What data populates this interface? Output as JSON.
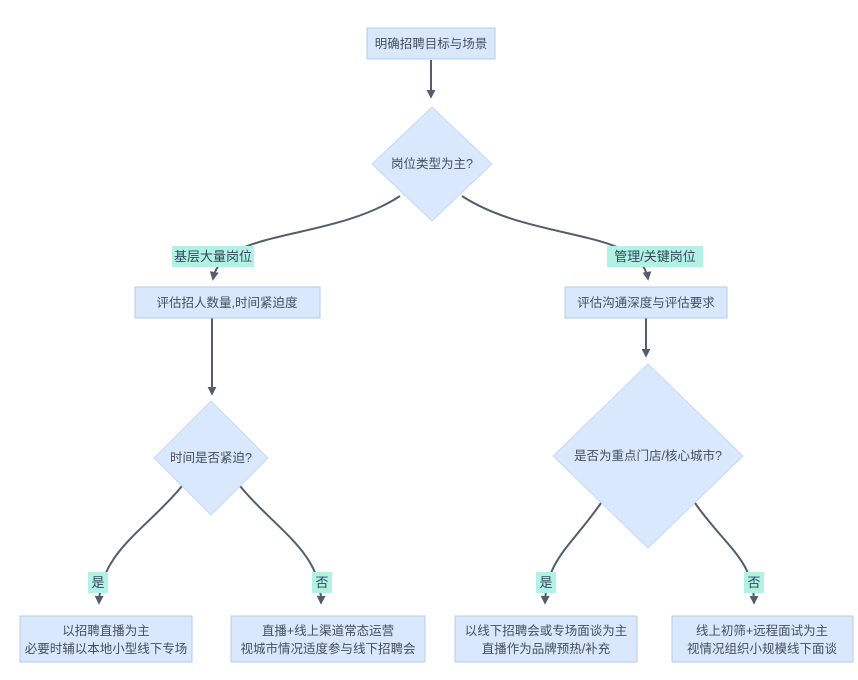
{
  "diagram": {
    "type": "flowchart",
    "colors": {
      "node_fill": "#d9e8fc",
      "node_border": "#b3cdec",
      "diamond_border": "#c6daf5",
      "label_fill": "#b2f1e3",
      "edge_color": "#535d6c",
      "text_color": "#445060",
      "bg_color": "#ffffff"
    },
    "nodes": {
      "start": {
        "label": "明确招聘目标与场景"
      },
      "position_type": {
        "label": "岗位类型为主?"
      },
      "eval_mass": {
        "label": "评估招人数量,时间紧迫度"
      },
      "eval_depth": {
        "label": "评估沟通深度与评估要求"
      },
      "time_urgent": {
        "label": "时间是否紧迫?"
      },
      "core_city": {
        "label": "是否为重点门店/核心城市?"
      },
      "outcome_live_first": {
        "line1": "以招聘直播为主",
        "line2": "必要时辅以本地小型线下专场"
      },
      "outcome_live_online": {
        "line1": "直播+线上渠道常态运营",
        "line2": "视城市情况适度参与线下招聘会"
      },
      "outcome_offline_first": {
        "line1": "以线下招聘会或专场面谈为主",
        "line2": "直播作为品牌预热/补充"
      },
      "outcome_remote_first": {
        "line1": "线上初筛+远程面试为主",
        "line2": "视情况组织小规模线下面谈"
      }
    },
    "edge_labels": {
      "mass_positions": "基层大量岗位",
      "key_positions": "管理/关键岗位",
      "left_yes": "是",
      "left_no": "否",
      "right_yes": "是",
      "right_no": "否"
    }
  }
}
